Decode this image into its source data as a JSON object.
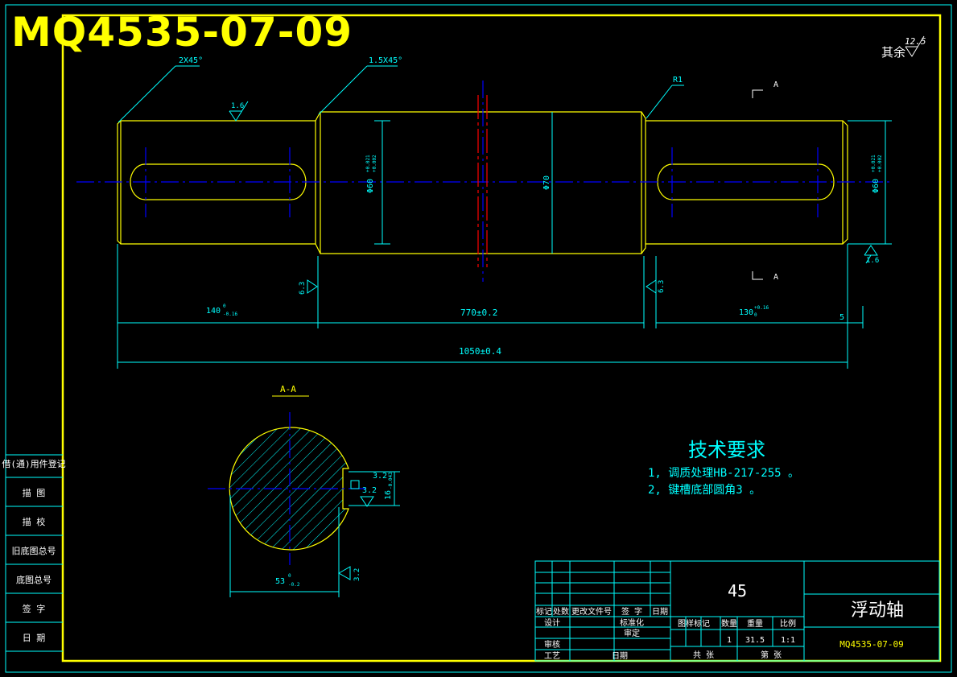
{
  "drawing_number_title": "MQ4535-07-09",
  "surface_finish_note": {
    "prefix": "其余",
    "value": "12.5"
  },
  "chamfers": {
    "left": "2X45°",
    "middle": "1.5X45°"
  },
  "fillet": "R1",
  "roughness": {
    "top_left": "1.6",
    "right_lower": "1.6",
    "shoulder_left": "6.3",
    "shoulder_right": "6.3",
    "keyway_side": "3.2",
    "keyway_bottom": "3.2"
  },
  "section_marks": {
    "top": "A",
    "bottom": "A",
    "view_title": "A-A"
  },
  "diameters": {
    "left_journal": "Φ60",
    "middle": "Φ70",
    "right_journal": "Φ60",
    "left_tol_upper": "+0.021",
    "left_tol_lower": "+0.002",
    "right_tol_upper": "+0.021",
    "right_tol_lower": "+0.002"
  },
  "lengths": {
    "left": "140",
    "left_tol_upper": "0",
    "left_tol_lower": "-0.16",
    "middle": "770±0.2",
    "right": "130",
    "right_tol_upper": "+0.16",
    "right_tol_lower": "0",
    "end": "5",
    "overall": "1050±0.4"
  },
  "section_dims": {
    "width": "53",
    "width_tol_upper": "0",
    "width_tol_lower": "-0.2",
    "key_width": "16",
    "key_tol": "-0.043"
  },
  "tech_requirements": {
    "title": "技术要求",
    "items": [
      "1, 调质处理HB-217-255    。",
      "2, 键槽底部圆角3     。"
    ]
  },
  "left_panel": [
    "借(通)用件登记",
    "描  图",
    "描  校",
    "旧底图总号",
    "底图总号",
    "签  字",
    "日  期"
  ],
  "title_block": {
    "material": "45",
    "part_name": "浮动轴",
    "drawing_no": "MQ4535-07-09",
    "rev_headers": [
      "标记",
      "处数",
      "更改文件号",
      "签 字",
      "日期"
    ],
    "design": "设计",
    "standardize": "标准化",
    "check": "审核",
    "approve": "审定",
    "process": "工艺",
    "date": "日期",
    "stage_headers": [
      "图样标记",
      "数量",
      "重量",
      "比例"
    ],
    "quantity": "1",
    "weight": "31.5",
    "scale": "1:1",
    "total_sheets": "共   张",
    "sheet_no": "第   张"
  },
  "colors": {
    "outline": "#ffff00",
    "dimension": "#00ffff",
    "center": "#0000ff",
    "cut": "#ff0000",
    "frame": "#00ffff"
  }
}
